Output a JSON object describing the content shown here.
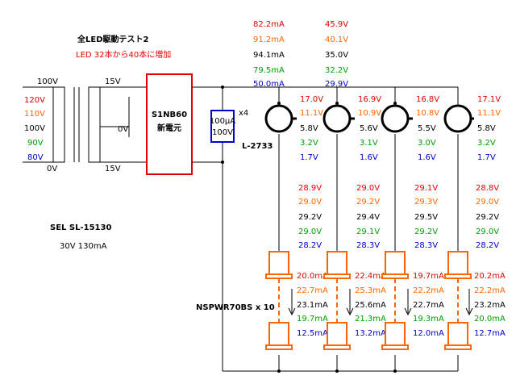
{
  "title": "全LED駆動テスト2",
  "subtitle": "LED 32本から40本に増加",
  "colors": {
    "wire": "#000000",
    "red": "#e00000",
    "orange": "#ff6600",
    "black": "#000000",
    "green": "#00a000",
    "blue": "#0000cc",
    "rectifier_border": "#e00000",
    "meter_border": "#0000cc",
    "led_fill": "#ffffff",
    "led_border": "#ff6600"
  },
  "transformer": {
    "label": "SEL SL-15130",
    "rating": "30V 130mA",
    "primary_top": "100V",
    "primary_bottom": "0V",
    "taps": [
      {
        "text": "120V",
        "color": "red"
      },
      {
        "text": "110V",
        "color": "orange"
      },
      {
        "text": "100V",
        "color": "black"
      },
      {
        "text": "90V",
        "color": "green"
      },
      {
        "text": "80V",
        "color": "blue"
      }
    ],
    "secondary_top": "15V",
    "secondary_mid": "0V",
    "secondary_bottom": "15V"
  },
  "rectifier": {
    "line1": "S1NB60",
    "line2": "新電元"
  },
  "meter": {
    "line1": "100μA",
    "line2": "100V",
    "multiplier": "x4"
  },
  "tube_label": "L-2733",
  "led_label": "NSPWR70BS x 10",
  "supply_readings": [
    {
      "current": "82.2mA",
      "voltage": "45.9V",
      "color": "red"
    },
    {
      "current": "91.2mA",
      "voltage": "40.1V",
      "color": "orange"
    },
    {
      "current": "94.1mA",
      "voltage": "35.0V",
      "color": "black"
    },
    {
      "current": "79.5mA",
      "voltage": "32.2V",
      "color": "green"
    },
    {
      "current": "50.0mA",
      "voltage": "29.9V",
      "color": "blue"
    }
  ],
  "tubes": [
    {
      "volts": [
        "17.0V",
        "11.1V",
        "5.8V",
        "3.2V",
        "1.7V"
      ]
    },
    {
      "volts": [
        "16.9V",
        "10.9V",
        "5.6V",
        "3.1V",
        "1.6V"
      ]
    },
    {
      "volts": [
        "16.8V",
        "10.8V",
        "5.5V",
        "3.0V",
        "1.6V"
      ]
    },
    {
      "volts": [
        "17.1V",
        "11.1V",
        "5.8V",
        "3.2V",
        "1.7V"
      ]
    }
  ],
  "strings": [
    {
      "volts": [
        "28.9V",
        "29.0V",
        "29.2V",
        "29.0V",
        "28.2V"
      ],
      "currents": [
        "20.0mA",
        "22.7mA",
        "23.1mA",
        "19.7mA",
        "12.5mA"
      ]
    },
    {
      "volts": [
        "29.0V",
        "29.2V",
        "29.4V",
        "29.1V",
        "28.3V"
      ],
      "currents": [
        "22.4mA",
        "25.3mA",
        "25.6mA",
        "21.3mA",
        "13.2mA"
      ]
    },
    {
      "volts": [
        "29.1V",
        "29.3V",
        "29.5V",
        "29.2V",
        "28.3V"
      ],
      "currents": [
        "19.7mA",
        "22.2mA",
        "22.7mA",
        "19.3mA",
        "12.0mA"
      ]
    },
    {
      "volts": [
        "28.8V",
        "29.0V",
        "29.2V",
        "29.0V",
        "28.2V"
      ],
      "currents": [
        "20.2mA",
        "22.2mA",
        "23.2mA",
        "20.0mA",
        "12.7mA"
      ]
    }
  ]
}
